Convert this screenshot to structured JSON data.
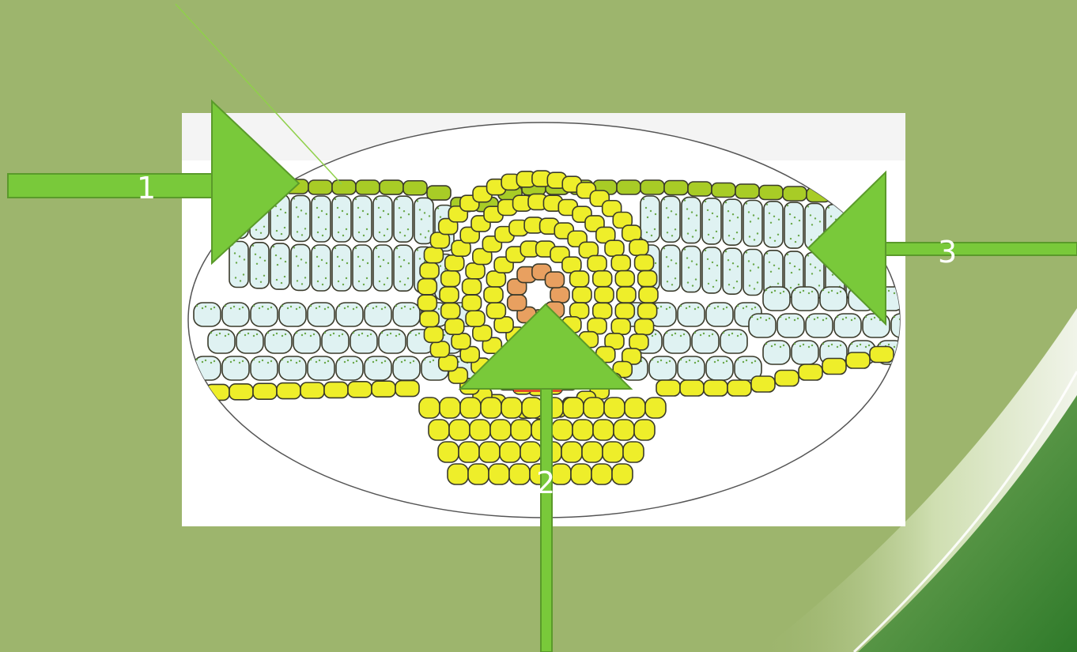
{
  "labels": {
    "one": "1",
    "two": "2",
    "three": "3"
  },
  "colors": {
    "background": "#9db56d",
    "arrow_fill": "#79c93a",
    "arrow_stroke": "#5a9a2a",
    "cell_yellow": "#eeee2a",
    "cell_light": "#dff2f2",
    "epidermis_top": "#a8cc26",
    "xylem": "#e8a060",
    "phloem_red": "#e04a2a"
  },
  "icons": [
    "leaf-cross-section-illustration",
    "arrow-right-icon",
    "arrow-up-icon",
    "arrow-left-icon"
  ]
}
